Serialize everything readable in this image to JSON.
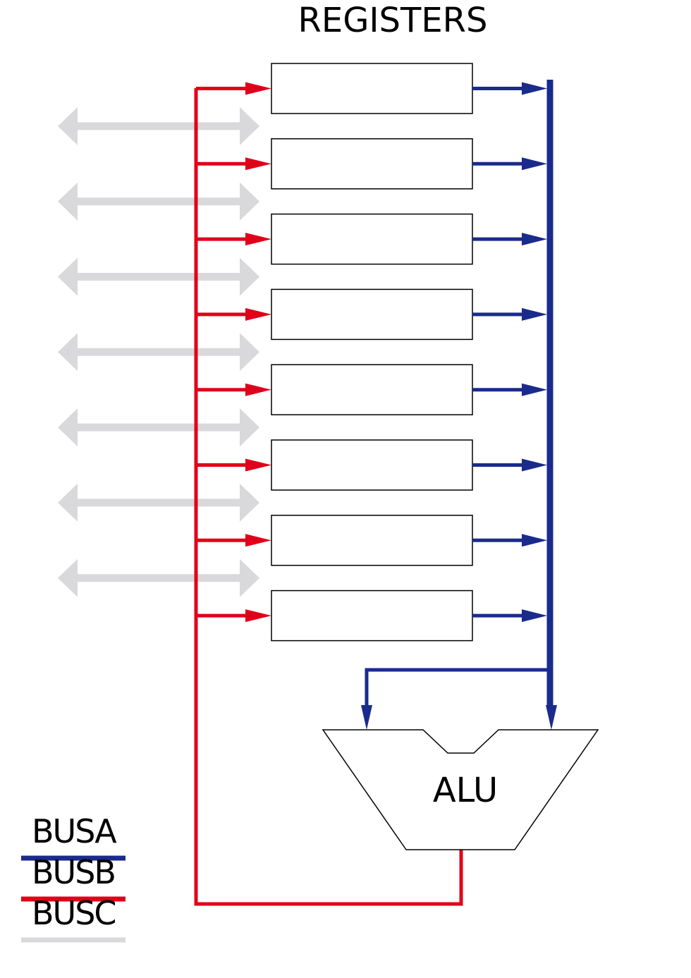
{
  "title": "REGISTERS",
  "alu_label": "ALU",
  "register_count": 8,
  "legend": [
    {
      "label": "BUSA",
      "color": "#1a2b8c"
    },
    {
      "label": "BUSB",
      "color": "#e0001a"
    },
    {
      "label": "BUSC",
      "color": "#d9d9db"
    }
  ],
  "colors": {
    "bus_a": "#1a2b8c",
    "bus_b": "#e0001a",
    "bus_c": "#d9d9db",
    "outline": "#000000"
  }
}
